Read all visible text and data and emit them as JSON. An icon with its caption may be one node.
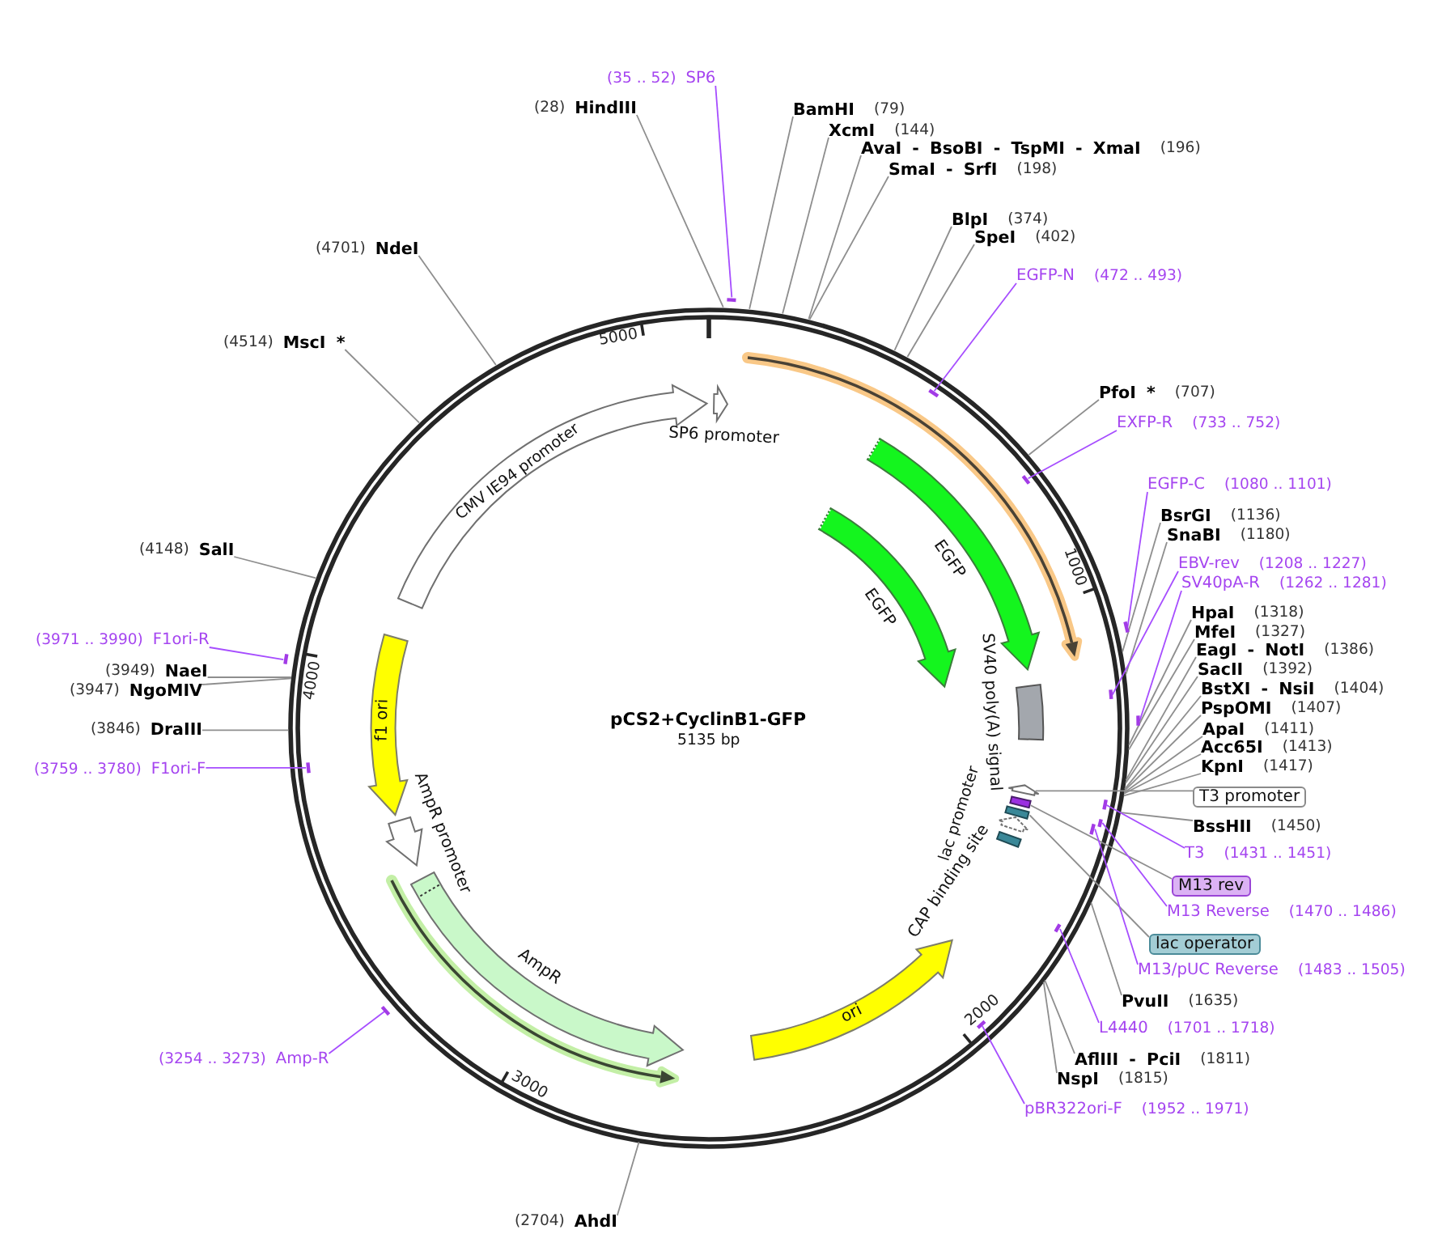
{
  "diagram": {
    "nodes": [
      {
        "text": [
          "pCS2+CyclinB1-GFP",
          "5135 bp"
        ]
      },
      {
        "text": [
          "CMV IE94 promoter"
        ],
        "in": 0
      },
      {
        "text": [
          "SP6 promoter"
        ],
        "in": 0
      },
      {
        "text": [
          "EGFP"
        ],
        "in": 0
      },
      {
        "text": [
          "EGFP"
        ],
        "in": 0
      },
      {
        "text": [
          "SV40 poly(A) signal"
        ],
        "in": 0
      },
      {
        "text": [],
        "shape": "arrow",
        "in": 0
      },
      {
        "text": [],
        "shape": "bar",
        "in": 0
      },
      {
        "text": [],
        "shape": "bar",
        "in": 0
      },
      {
        "text": [
          "lac promoter"
        ],
        "in": 0
      },
      {
        "text": [
          "CAP binding site"
        ],
        "in": 0
      },
      {
        "text": [
          "ori"
        ],
        "in": 0
      },
      {
        "text": [
          "AmpR"
        ],
        "in": 0
      },
      {
        "text": [
          "AmpR promoter"
        ],
        "in": 0
      },
      {
        "text": [
          "f1 ori"
        ],
        "in": 0
      },
      {
        "text": [
          "(28)",
          "HindIII"
        ]
      },
      {
        "text": [
          "(35 .. 52)",
          "SP6"
        ]
      },
      {
        "text": [],
        "shape": "bar"
      },
      {
        "text": [
          "BamHI",
          "(79)"
        ]
      },
      {
        "text": [
          "XcmI",
          "(144)"
        ]
      },
      {
        "text": [
          "AvaI - BsoBI - TspMI - XmaI",
          "(196)"
        ]
      },
      {
        "text": [
          "SmaI - SrfI",
          "(198)"
        ]
      },
      {
        "text": [
          "BlpI",
          "(374)"
        ]
      },
      {
        "text": [
          "SpeI",
          "(402)"
        ]
      },
      {
        "text": [
          "EGFP-N",
          "(472 .. 493)"
        ]
      },
      {
        "text": [],
        "shape": "bar",
        "in": 0
      },
      {
        "text": [
          "PfoI *",
          "(707)"
        ]
      },
      {
        "text": [
          "EXFP-R",
          "(733 .. 752)"
        ]
      },
      {
        "text": [],
        "shape": "bar",
        "in": 0
      },
      {
        "text": [
          "EGFP-C",
          "(1080 .. 1101)"
        ]
      },
      {
        "text": [],
        "shape": "bar"
      },
      {
        "text": [
          "BsrGI",
          "(1136)"
        ]
      },
      {
        "text": [
          "SnaBI",
          "(1180)"
        ]
      },
      {
        "text": [
          "EBV-rev",
          "(1208 .. 1227)"
        ]
      },
      {
        "text": [],
        "shape": "bar",
        "in": 0
      },
      {
        "text": [
          "SV40pA-R",
          "(1262 .. 1281)"
        ]
      },
      {
        "text": [],
        "shape": "bar"
      },
      {
        "text": [
          "HpaI",
          "(1318)"
        ]
      },
      {
        "text": [
          "MfeI",
          "(1327)"
        ]
      },
      {
        "text": [
          "EagI - NotI",
          "(1386)"
        ]
      },
      {
        "text": [
          "SacII",
          "(1392)"
        ]
      },
      {
        "text": [
          "BstXI - NsiI",
          "(1404)"
        ]
      },
      {
        "text": [
          "PspOMI",
          "(1407)"
        ]
      },
      {
        "text": [
          "ApaI",
          "(1411)"
        ]
      },
      {
        "text": [
          "Acc65I",
          "(1413)"
        ]
      },
      {
        "text": [
          "KpnI",
          "(1417)"
        ]
      },
      {
        "text": [
          "T3 promoter"
        ]
      },
      {
        "text": [
          "BssHII",
          "(1450)"
        ]
      },
      {
        "text": [
          "T3",
          "(1431 .. 1451)"
        ]
      },
      {
        "text": [],
        "shape": "bar",
        "in": 0
      },
      {
        "text": [
          "M13 rev"
        ]
      },
      {
        "text": [
          "M13 Reverse",
          "(1470 .. 1486)"
        ]
      },
      {
        "text": [],
        "shape": "bar",
        "in": 0
      },
      {
        "text": [
          "lac operator"
        ]
      },
      {
        "text": [
          "M13/pUC Reverse",
          "(1483 .. 1505)"
        ]
      },
      {
        "text": [],
        "shape": "bar",
        "in": 0
      },
      {
        "text": [
          "PvuII",
          "(1635)"
        ]
      },
      {
        "text": [
          "L4440",
          "(1701 .. 1718)"
        ]
      },
      {
        "text": [],
        "shape": "bar",
        "in": 0
      },
      {
        "text": [
          "AflIII - PciI",
          "(1811)"
        ]
      },
      {
        "text": [
          "NspI",
          "(1815)"
        ]
      },
      {
        "text": [
          "pBR322ori-F",
          "(1952 .. 1971)"
        ]
      },
      {
        "text": [],
        "shape": "bar",
        "in": 0
      },
      {
        "text": [
          "(2704)",
          "AhdI"
        ]
      },
      {
        "text": [
          "(3254 .. 3273)",
          "Amp-R"
        ]
      },
      {
        "text": [],
        "shape": "bar"
      },
      {
        "text": [
          "(3759 .. 3780)",
          "F1ori-F"
        ]
      },
      {
        "text": [],
        "shape": "bar",
        "in": 0
      },
      {
        "text": [
          "(3846)",
          "DraIII"
        ]
      },
      {
        "text": [
          "(3947)",
          "NgoMIV"
        ]
      },
      {
        "text": [
          "(3949)",
          "NaeI"
        ]
      },
      {
        "text": [
          "(3971 .. 3990)",
          "F1ori-R"
        ]
      },
      {
        "text": [],
        "shape": "bar"
      },
      {
        "text": [
          "(4148)",
          "SalI"
        ]
      },
      {
        "text": [
          "(4514)",
          "MscI *"
        ]
      },
      {
        "text": [
          "(4701)",
          "NdeI"
        ]
      }
    ],
    "edges": [
      {
        "from": 15,
        "to": 0,
        "arrow": "none"
      },
      {
        "from": 16,
        "to": 17,
        "arrow": "none",
        "color": "#a64dff"
      },
      {
        "from": 18,
        "to": 0,
        "arrow": "none"
      },
      {
        "from": 19,
        "to": 0,
        "arrow": "none"
      },
      {
        "from": 20,
        "to": 0,
        "arrow": "none"
      },
      {
        "from": 21,
        "to": 0,
        "arrow": "none"
      },
      {
        "from": 22,
        "to": 0,
        "arrow": "none"
      },
      {
        "from": 23,
        "to": 0,
        "arrow": "none"
      },
      {
        "from": 24,
        "to": 25,
        "arrow": "none",
        "color": "#a64dff"
      },
      {
        "from": 26,
        "to": 0,
        "arrow": "none"
      },
      {
        "from": 27,
        "to": 28,
        "arrow": "none",
        "color": "#a64dff"
      },
      {
        "from": 29,
        "to": 30,
        "arrow": "none",
        "color": "#a64dff"
      },
      {
        "from": 31,
        "to": 0,
        "arrow": "none"
      },
      {
        "from": 32,
        "to": 0,
        "arrow": "none"
      },
      {
        "from": 33,
        "to": 34,
        "arrow": "none",
        "color": "#a64dff"
      },
      {
        "from": 35,
        "to": 36,
        "arrow": "none",
        "color": "#a64dff"
      },
      {
        "from": 37,
        "to": 0,
        "arrow": "none"
      },
      {
        "from": 38,
        "to": 0,
        "arrow": "none"
      },
      {
        "from": 39,
        "to": 0,
        "arrow": "none"
      },
      {
        "from": 40,
        "to": 0,
        "arrow": "none"
      },
      {
        "from": 41,
        "to": 0,
        "arrow": "none"
      },
      {
        "from": 42,
        "to": 0,
        "arrow": "none"
      },
      {
        "from": 43,
        "to": 0,
        "arrow": "none"
      },
      {
        "from": 44,
        "to": 0,
        "arrow": "none"
      },
      {
        "from": 45,
        "to": 0,
        "arrow": "none"
      },
      {
        "from": 46,
        "to": 6,
        "arrow": "none"
      },
      {
        "from": 47,
        "to": 0,
        "arrow": "none"
      },
      {
        "from": 48,
        "to": 49,
        "arrow": "none",
        "color": "#a64dff"
      },
      {
        "from": 50,
        "to": 7,
        "arrow": "none"
      },
      {
        "from": 51,
        "to": 52,
        "arrow": "none",
        "color": "#a64dff"
      },
      {
        "from": 53,
        "to": 8,
        "arrow": "none"
      },
      {
        "from": 54,
        "to": 55,
        "arrow": "none",
        "color": "#a64dff"
      },
      {
        "from": 56,
        "to": 0,
        "arrow": "none"
      },
      {
        "from": 57,
        "to": 58,
        "arrow": "none",
        "color": "#a64dff"
      },
      {
        "from": 59,
        "to": 0,
        "arrow": "none"
      },
      {
        "from": 60,
        "to": 0,
        "arrow": "none"
      },
      {
        "from": 61,
        "to": 62,
        "arrow": "none",
        "color": "#a64dff"
      },
      {
        "from": 63,
        "to": 0,
        "arrow": "none"
      },
      {
        "from": 64,
        "to": 65,
        "arrow": "none",
        "color": "#a64dff"
      },
      {
        "from": 66,
        "to": 67,
        "arrow": "none",
        "color": "#a64dff"
      },
      {
        "from": 68,
        "to": 0,
        "arrow": "none"
      },
      {
        "from": 69,
        "to": 0,
        "arrow": "none"
      },
      {
        "from": 70,
        "to": 0,
        "arrow": "none"
      },
      {
        "from": 71,
        "to": 72,
        "arrow": "none",
        "color": "#a64dff"
      },
      {
        "from": 73,
        "to": 0,
        "arrow": "none"
      },
      {
        "from": 74,
        "to": 0,
        "arrow": "none"
      },
      {
        "from": 75,
        "to": 0,
        "arrow": "none"
      }
    ],
    "labels": [
      "1000",
      "2000",
      "3000",
      "4000",
      "5000"
    ]
  }
}
